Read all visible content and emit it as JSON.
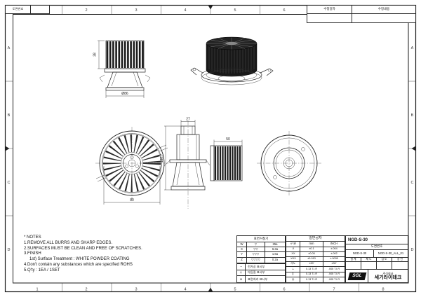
{
  "sheet": {
    "grid_cols": [
      "1",
      "2",
      "3",
      "4",
      "5",
      "6",
      "7",
      "8"
    ],
    "grid_rows": [
      "A",
      "B",
      "C",
      "D"
    ]
  },
  "header": {
    "doc_no_label": "도면번호",
    "rev_date_label": "수정일자",
    "rev_content_label": "수정내용"
  },
  "dims": {
    "fin_height": "38",
    "flange_dia": "Ø86",
    "front_dia": "80",
    "top_width": "27",
    "overall_height": "130.7",
    "fin_width": "50"
  },
  "notes": {
    "title": "* NOTES",
    "lines": [
      "1.REMOVE ALL BURRS AND SHARP EDGES.",
      "2.SURFACES MUST BE CLEAN AND FREE OF SCRATCHES.",
      "3.FINISH",
      "1st) Surface Treatment : WHITE POWDER COATING",
      "4.Don't contain any substances which are specified ROHS",
      "5.Q'ty : 1EA / 1SET"
    ]
  },
  "roughness_table": {
    "title": "표면거칠기",
    "rows": [
      [
        "W",
        "▽",
        "25a"
      ],
      [
        "X",
        "▽▽",
        "6.3a"
      ],
      [
        "Y",
        "▽▽▽",
        "1.6a"
      ],
      [
        "Z",
        "▽▽▽▽",
        "0.2a"
      ]
    ]
  },
  "legend_table": {
    "rows": [
      [
        "~",
        "전가공 표시부"
      ],
      [
        "◇",
        "다듬질 표시부"
      ],
      [
        "&",
        "표면처리 표시부"
      ]
    ]
  },
  "tolerance_table": {
    "title": "일반공차",
    "col_headers": [
      "구 분",
      "mm",
      "INCH"
    ],
    "rows": [
      [
        ".X",
        "±0.1",
        "±.004"
      ],
      [
        ".XX",
        "±0.05",
        "±.002"
      ],
      [
        ".XXX",
        "±0.013",
        "±.0005"
      ],
      [
        "각도",
        "±30'",
        "±30'"
      ],
      [
        "⊥",
        "0.13 T.I.R",
        ".005 T.I.R"
      ],
      [
        "∥",
        "0.13 T.I.R",
        ".005 T.I.R"
      ],
      [
        "◎",
        "0.13 T.I.R",
        ".005 T.I.R"
      ]
    ]
  },
  "title_block": {
    "part_name": "NGD-S-30",
    "drawing_no_label": "도면번호",
    "drawing_no": "NGD-S-30",
    "file_name": "NGD-S-30_ALL_01",
    "approval_headers": [
      "설 계",
      "제 도",
      "검 토",
      "승 인"
    ],
    "company_prefix": "주식회사",
    "company_name": "세기라이테크",
    "logo_text": "SGL"
  }
}
